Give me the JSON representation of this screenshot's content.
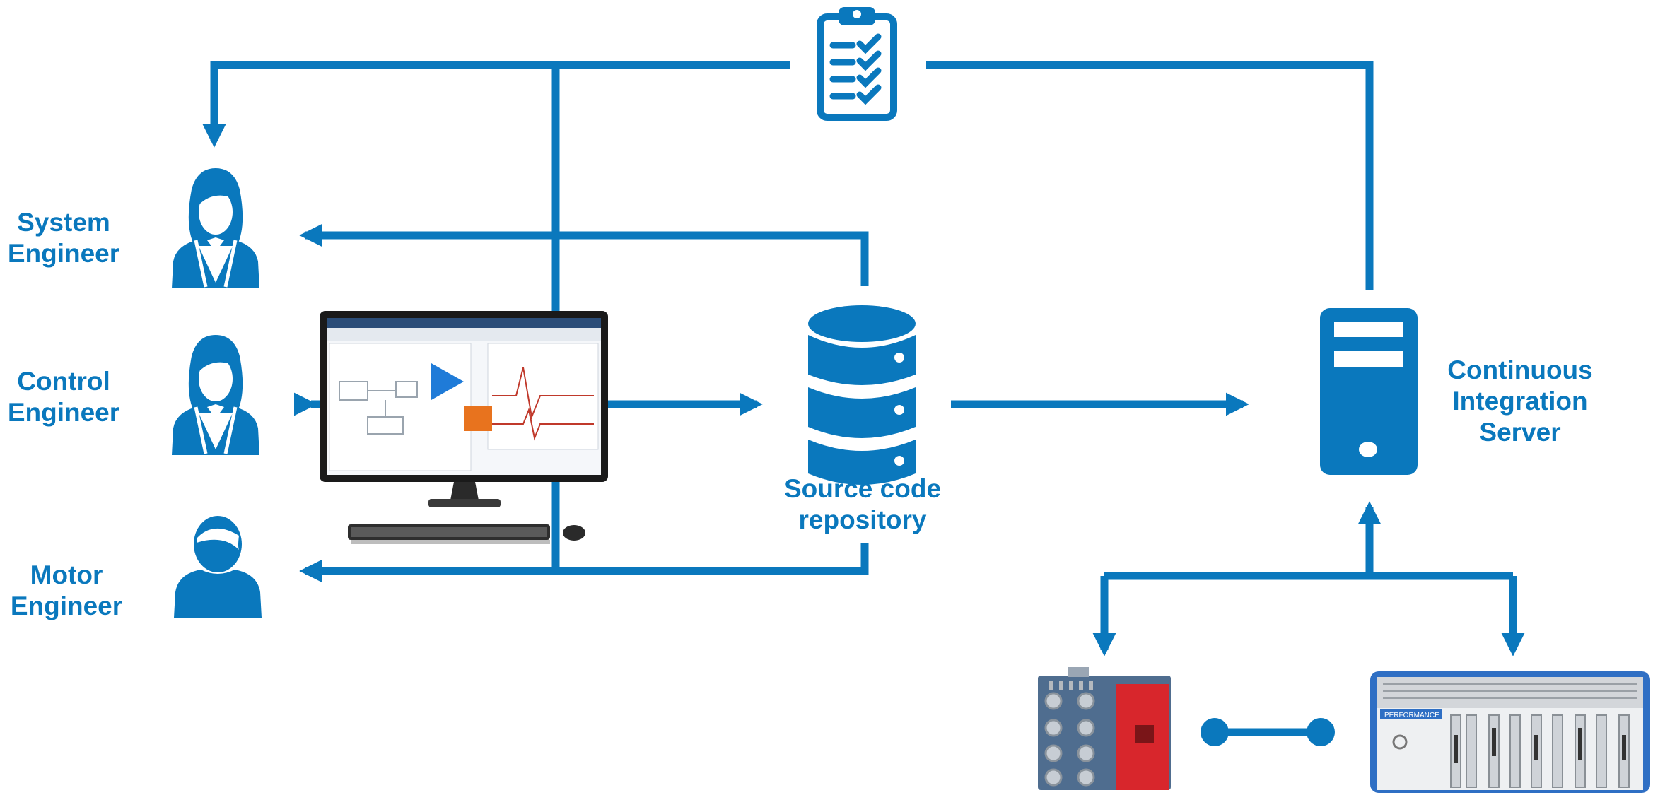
{
  "colors": {
    "primary": "#0a78bd",
    "board_red": "#d8262c",
    "board_blue": "#4f6d8f",
    "chassis_blue": "#2f6fc4"
  },
  "nodes": {
    "system_engineer": {
      "lines": [
        "System",
        "Engineer"
      ],
      "icon": "female-user-icon"
    },
    "control_engineer": {
      "lines": [
        "Control",
        "Engineer"
      ],
      "icon": "female-user-icon"
    },
    "motor_engineer": {
      "lines": [
        "Motor",
        "Engineer"
      ],
      "icon": "male-user-icon"
    },
    "repository": {
      "lines": [
        "Source code",
        "repository"
      ],
      "icon": "database-icon"
    },
    "ci_server": {
      "lines": [
        "Continuous",
        "Integration",
        "Server"
      ],
      "icon": "server-tower-icon"
    },
    "test_report": {
      "icon": "clipboard-checklist-icon"
    },
    "workstation": {
      "icon": "desktop-computer-icon"
    },
    "hardware": [
      {
        "icon": "controller-board-icon"
      },
      {
        "icon": "realtime-target-chassis-icon",
        "brand_text": "PERFORMANCE"
      }
    ]
  }
}
